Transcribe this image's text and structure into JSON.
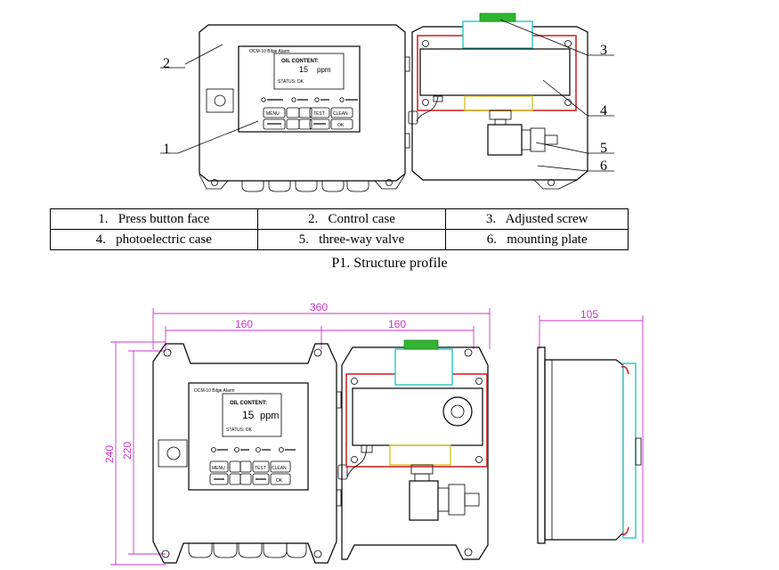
{
  "diagram_top": {
    "callouts": [
      "1",
      "2",
      "3",
      "4",
      "5",
      "6"
    ],
    "lcd": {
      "brand": "OCM-10 Bilge Alarm",
      "heading": "OIL CONTENT:",
      "value": "15",
      "unit": "ppm",
      "status": "STATUS: OK"
    },
    "keys": {
      "menu": "MENU",
      "test": "TEST",
      "clean": "CLEAN",
      "ok": "OK"
    }
  },
  "legend": {
    "rows": [
      [
        "1.   Press button face",
        "2.   Control case",
        "3.   Adjusted screw"
      ],
      [
        "4.   photoelectric case",
        "5.   three-way valve",
        "6.   mounting plate"
      ]
    ]
  },
  "caption": "P1. Structure profile",
  "diagram_bottom": {
    "dims": {
      "overall_width": "360",
      "left_width": "160",
      "right_width": "160",
      "height_outer": "240",
      "height_inner": "220",
      "side_depth": "105"
    },
    "lcd": {
      "brand": "OCM-10 Bilge Alarm",
      "heading": "OIL CONTENT:",
      "value": "15",
      "unit": "ppm",
      "status": "STATUS: OK"
    },
    "keys": {
      "menu": "MENU",
      "test": "TEST",
      "clean": "CLEAN",
      "ok": "OK"
    }
  },
  "colors": {
    "dimension": "#cc33cc",
    "mounting_outline": "#cc2a2a",
    "adjust_block": "#29c6c6",
    "terminal": "#31b531",
    "valve_block": "#d8c428"
  }
}
